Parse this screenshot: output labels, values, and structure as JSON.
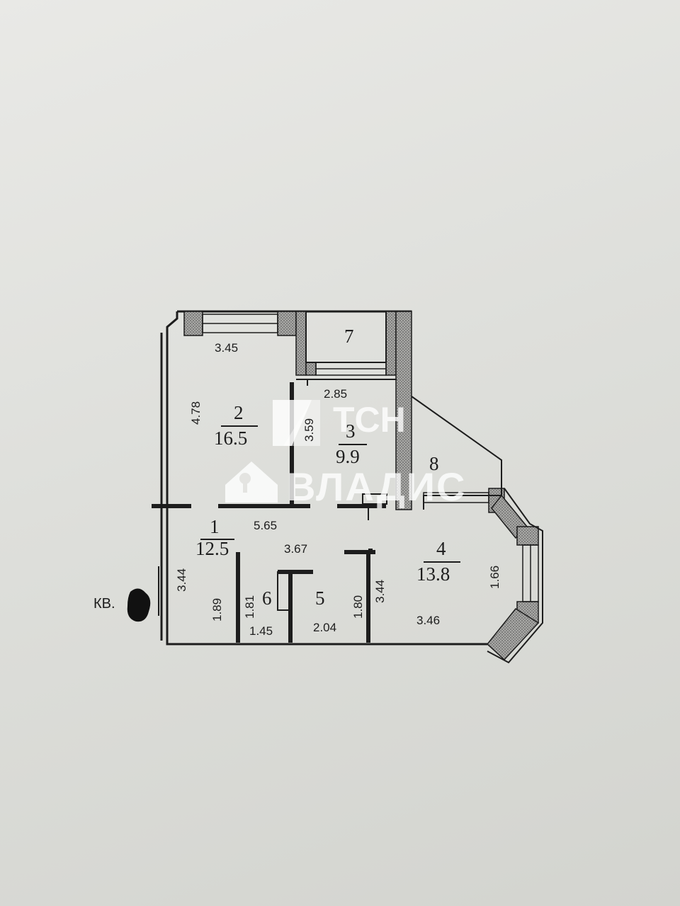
{
  "rooms": [
    {
      "number": "2",
      "area": "16.5"
    },
    {
      "number": "3",
      "area": "9.9"
    },
    {
      "number": "1",
      "area": "12.5"
    },
    {
      "number": "4",
      "area": "13.8"
    },
    {
      "number": "5"
    },
    {
      "number": "6"
    },
    {
      "number": "7"
    },
    {
      "number": "8"
    }
  ],
  "dimensions": {
    "room2_width": "3.45",
    "room2_depth": "4.78",
    "room3_width": "2.85",
    "room3_depth": "3.59",
    "hall_width": "5.65",
    "hall_depth": "3.44",
    "corridor_width": "3.67",
    "room4_left": "3.44",
    "room4_right": "1.66",
    "room4_width": "3.46",
    "closet_depth": "1.89",
    "room6_depth": "1.81",
    "room6_width": "1.45",
    "room5_width": "2.04",
    "room5_depth": "1.80"
  },
  "apartment_label": "КВ.",
  "watermark": {
    "top_text": "ТСН",
    "bottom_text": "ВЛАДИС"
  },
  "colors": {
    "paper": "#e3e3e0",
    "ink": "#1d1d1d",
    "wall_hatch": "#8c8c8c",
    "watermark": "#ffffff"
  }
}
